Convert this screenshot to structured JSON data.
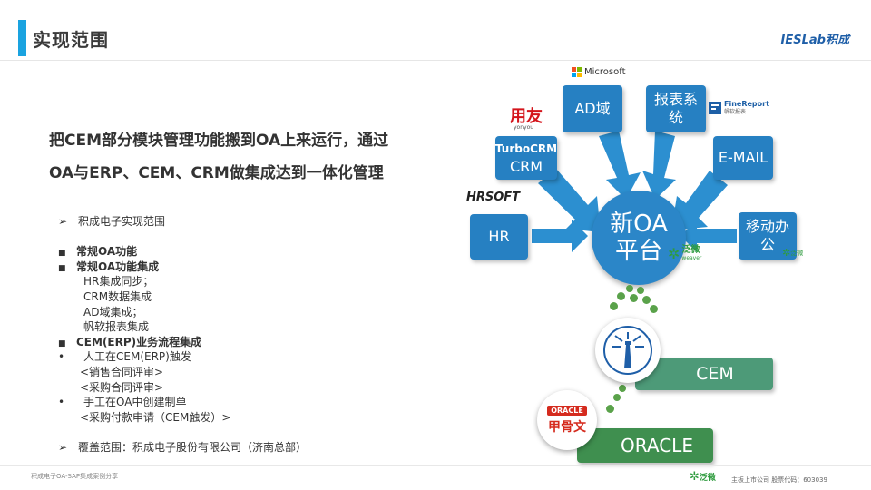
{
  "header": {
    "title": "实现范围",
    "brand": "IESLab积成"
  },
  "headline": {
    "line1": "把CEM部分模块管理功能搬到OA上来运行，通过",
    "line2": "OA与ERP、CEM、CRM做集成达到一体化管理"
  },
  "list": [
    {
      "prefix": "➢",
      "text": "积成电子实现范围",
      "bold": false
    },
    {
      "prefix": "",
      "text": "",
      "bold": false
    },
    {
      "prefix": "■",
      "text": "常规OA功能",
      "bold": true
    },
    {
      "prefix": "■",
      "text": "常规OA功能集成",
      "bold": true
    },
    {
      "prefix": "",
      "text": "HR集成同步；",
      "bold": false
    },
    {
      "prefix": "",
      "text": "CRM数据集成",
      "bold": false
    },
    {
      "prefix": "",
      "text": "AD域集成；",
      "bold": false
    },
    {
      "prefix": "",
      "text": "帆软报表集成",
      "bold": false
    },
    {
      "prefix": "■",
      "text": "CEM(ERP)业务流程集成",
      "bold": true
    },
    {
      "prefix": "•",
      "text": "人工在CEM(ERP)触发",
      "bold": false
    },
    {
      "prefix": "",
      "text": "<销售合同评审>",
      "bold": false
    },
    {
      "prefix": "",
      "text": "<采购合同评审>",
      "bold": false
    },
    {
      "prefix": "•",
      "text": "手工在OA中创建制单",
      "bold": false
    },
    {
      "prefix": "",
      "text": "<采购付款申请（CEM触发）>",
      "bold": false
    },
    {
      "prefix": "",
      "text": "",
      "bold": false
    },
    {
      "prefix": "➢",
      "text": "覆盖范围：积成电子股份有限公司（济南总部）",
      "bold": false
    }
  ],
  "diagram": {
    "center": {
      "line1": "新OA",
      "line2": "平台"
    },
    "boxes": {
      "crm": {
        "line1": "TurboCRM",
        "line2": "CRM"
      },
      "ad": "AD域",
      "report": {
        "line1": "报表系",
        "line2": "统"
      },
      "email": "E-MAIL",
      "hr": "HR",
      "mobile": {
        "line1": "移动办",
        "line2": "公"
      },
      "cem": "CEM",
      "oracle": "ORACLE"
    },
    "logos": {
      "microsoft": "Microsoft",
      "yonyou": "用友",
      "yonyou_sub": "yonyou",
      "finereport": "FineReport",
      "finereport_sub": "帆软报表",
      "hrsoft": "HRSOFT",
      "weaver": "泛微",
      "weaver_sub": "weaver",
      "oracle_logo": "ORACLE",
      "oracle_cn": "甲骨文"
    },
    "colors": {
      "box_blue": "#2680c2",
      "green": "#3f8f4f",
      "accent": "#1aa3e0"
    }
  },
  "footer": {
    "left": "积成电子OA-SAP集成案例分享",
    "right": "主板上市公司  股票代码：603039",
    "logo": "泛微"
  }
}
